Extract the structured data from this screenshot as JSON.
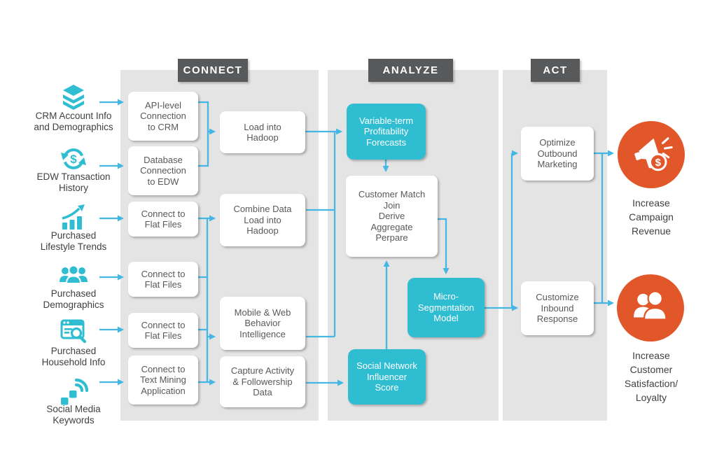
{
  "diagram": {
    "stages": [
      {
        "id": "connect",
        "label": "CONNECT"
      },
      {
        "id": "analyze",
        "label": "ANALYZE"
      },
      {
        "id": "act",
        "label": "ACT"
      }
    ],
    "sources": [
      {
        "icon": "layers-icon",
        "label": "CRM Account Info\nand Demographics"
      },
      {
        "icon": "currency-cycle-icon",
        "label": "EDW Transaction\nHistory"
      },
      {
        "icon": "growth-chart-icon",
        "label": "Purchased\nLifestyle Trends"
      },
      {
        "icon": "people-group-icon",
        "label": "Purchased\nDemographics"
      },
      {
        "icon": "browser-search-icon",
        "label": "Purchased\nHousehold Info"
      },
      {
        "icon": "social-signal-icon",
        "label": "Social Media\nKeywords"
      }
    ],
    "connect_inputs": [
      "API-level\nConnection\nto CRM",
      "Database\nConnection\nto EDW",
      "Connect to\nFlat Files",
      "Connect to\nFlat Files",
      "Connect to\nFlat Files",
      "Connect to\nText Mining\nApplication"
    ],
    "connect_processes": [
      "Load into\nHadoop",
      "Combine Data\nLoad into\nHadoop",
      "Mobile & Web\nBehavior\nIntelligence",
      "Capture Activity\n& Followership\nData"
    ],
    "analyze_boxes": [
      {
        "label": "Variable-term\nProfitability\nForecasts",
        "style": "teal"
      },
      {
        "label": "Customer Match\nJoin\nDerive\nAggregate\nPerpare",
        "style": "white"
      },
      {
        "label": "Micro-\nSegmentation\nModel",
        "style": "teal"
      },
      {
        "label": "Social Network\nInfluencer\nScore",
        "style": "teal"
      }
    ],
    "act_boxes": [
      "Optimize\nOutbound\nMarketing",
      "Customize\nInbound\nResponse"
    ],
    "outcomes": [
      {
        "icon": "megaphone-dollar-icon",
        "label": "Increase\nCampaign\nRevenue"
      },
      {
        "icon": "customers-icon",
        "label": "Increase\nCustomer\nSatisfaction/\nLoyalty"
      }
    ],
    "colors": {
      "teal": "#2fbdd1",
      "line_blue": "#45b7e4",
      "orange": "#e2572a",
      "panel_gray": "#e4e4e5",
      "header_gray": "#58595b",
      "text_gray": "#414042"
    }
  }
}
